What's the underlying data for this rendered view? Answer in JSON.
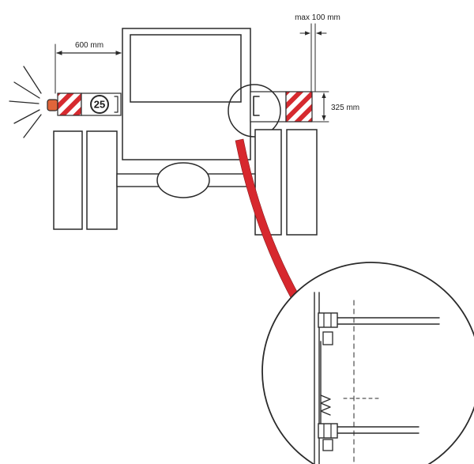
{
  "labels": {
    "width_600": "600 mm",
    "max_100": "max 100 mm",
    "height_325": "325 mm"
  },
  "speed_sign": {
    "value": "25"
  },
  "colors": {
    "warning_red": "#d62a2f",
    "callout_red": "#d7282e",
    "lamp_orange": "#e0653a",
    "ink": "#2a2a2a"
  }
}
